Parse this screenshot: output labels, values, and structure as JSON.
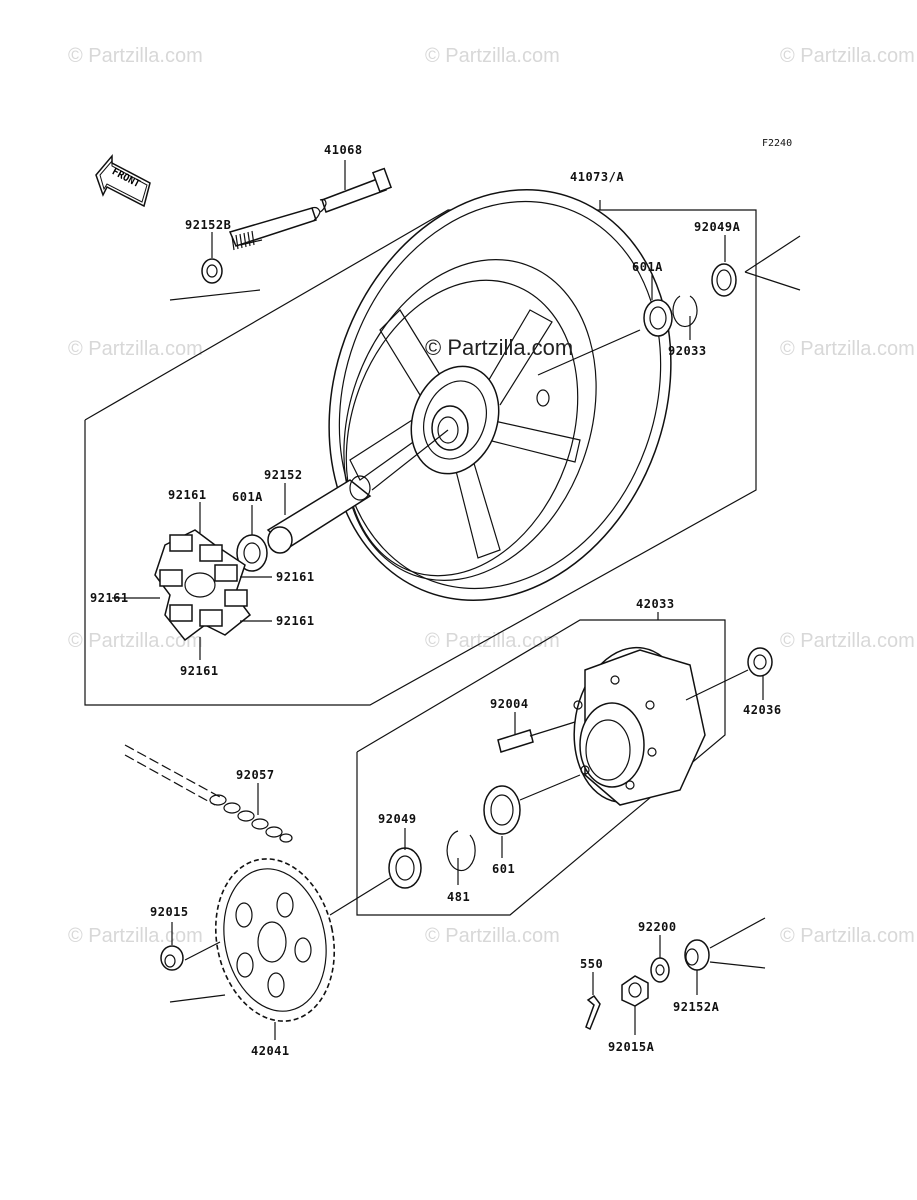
{
  "figure_code": "F2240",
  "front_label": "FRONT",
  "center_watermark": "© Partzilla.com",
  "watermark_text": "© Partzilla.com",
  "labels": {
    "p41068": "41068",
    "p41073A": "41073/A",
    "p92152B": "92152B",
    "p92049A": "92049A",
    "p601A_top": "601A",
    "p92033": "92033",
    "p92152": "92152",
    "p601A": "601A",
    "p92161_a": "92161",
    "p92161_b": "92161",
    "p92161_c": "92161",
    "p92161_d": "92161",
    "p92161_e": "92161",
    "p42033": "42033",
    "p42036": "42036",
    "p92004": "92004",
    "p92057": "92057",
    "p92049": "92049",
    "p481": "481",
    "p601": "601",
    "p92015": "92015",
    "p42041": "42041",
    "p92200": "92200",
    "p550": "550",
    "p92152A": "92152A",
    "p92015A": "92015A"
  }
}
